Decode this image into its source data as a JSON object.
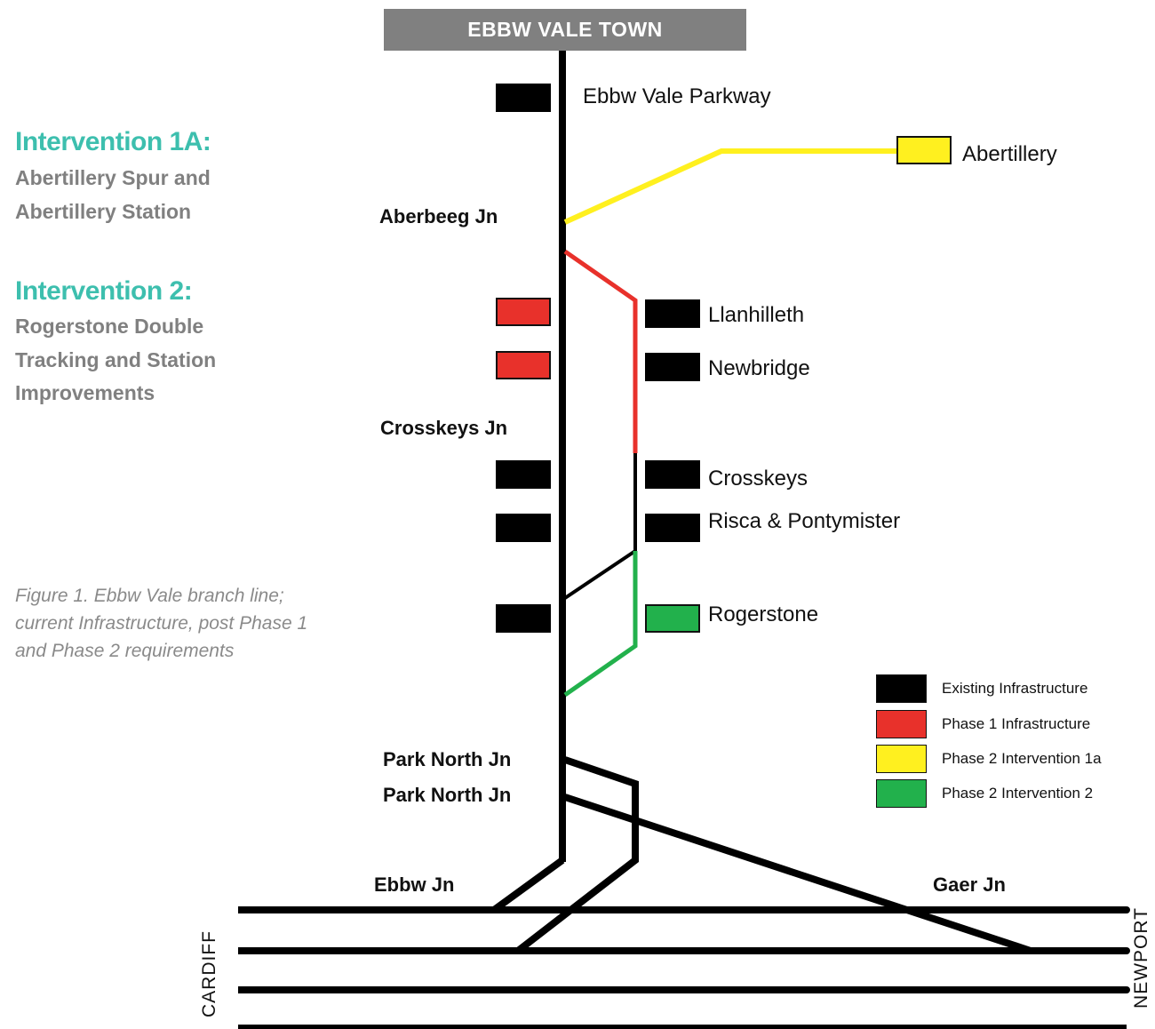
{
  "terminus": "EBBW VALE TOWN",
  "interventions": [
    {
      "title": "Intervention 1A:",
      "lines": [
        "Abertillery Spur and",
        "Abertillery Station"
      ]
    },
    {
      "title": "Intervention 2:",
      "lines": [
        "Rogerstone Double",
        "Tracking and Station",
        "Improvements"
      ]
    }
  ],
  "caption": [
    "Figure 1. Ebbw Vale branch line;",
    "current Infrastructure, post Phase 1",
    "and Phase 2 requirements"
  ],
  "stations": {
    "ebbw_vale_parkway": "Ebbw Vale Parkway",
    "abertillery": "Abertillery",
    "llanhilleth": "Llanhilleth",
    "newbridge": "Newbridge",
    "crosskeys": "Crosskeys",
    "risca": "Risca & Pontymister",
    "rogerstone": "Rogerstone"
  },
  "junctions": {
    "aberbeeg": "Aberbeeg Jn",
    "crosskeys": "Crosskeys Jn",
    "park_north_1": "Park North Jn",
    "park_north_2": "Park North Jn",
    "ebbw": "Ebbw Jn",
    "gaer": "Gaer Jn"
  },
  "directions": {
    "west": "CARDIFF",
    "east": "NEWPORT"
  },
  "legend": [
    {
      "label": "Existing Infrastructure",
      "color": "#000000"
    },
    {
      "label": "Phase 1 Infrastructure",
      "color": "#e8312b"
    },
    {
      "label": "Phase 2 Intervention 1a",
      "color": "#fff01f"
    },
    {
      "label": "Phase 2 Intervention 2",
      "color": "#22b14c"
    }
  ],
  "colors": {
    "existing": "#000000",
    "phase1": "#e8312b",
    "phase2_1a": "#fff01f",
    "phase2_2": "#22b14c",
    "heading": "#3dbfae",
    "muted": "#808080"
  }
}
